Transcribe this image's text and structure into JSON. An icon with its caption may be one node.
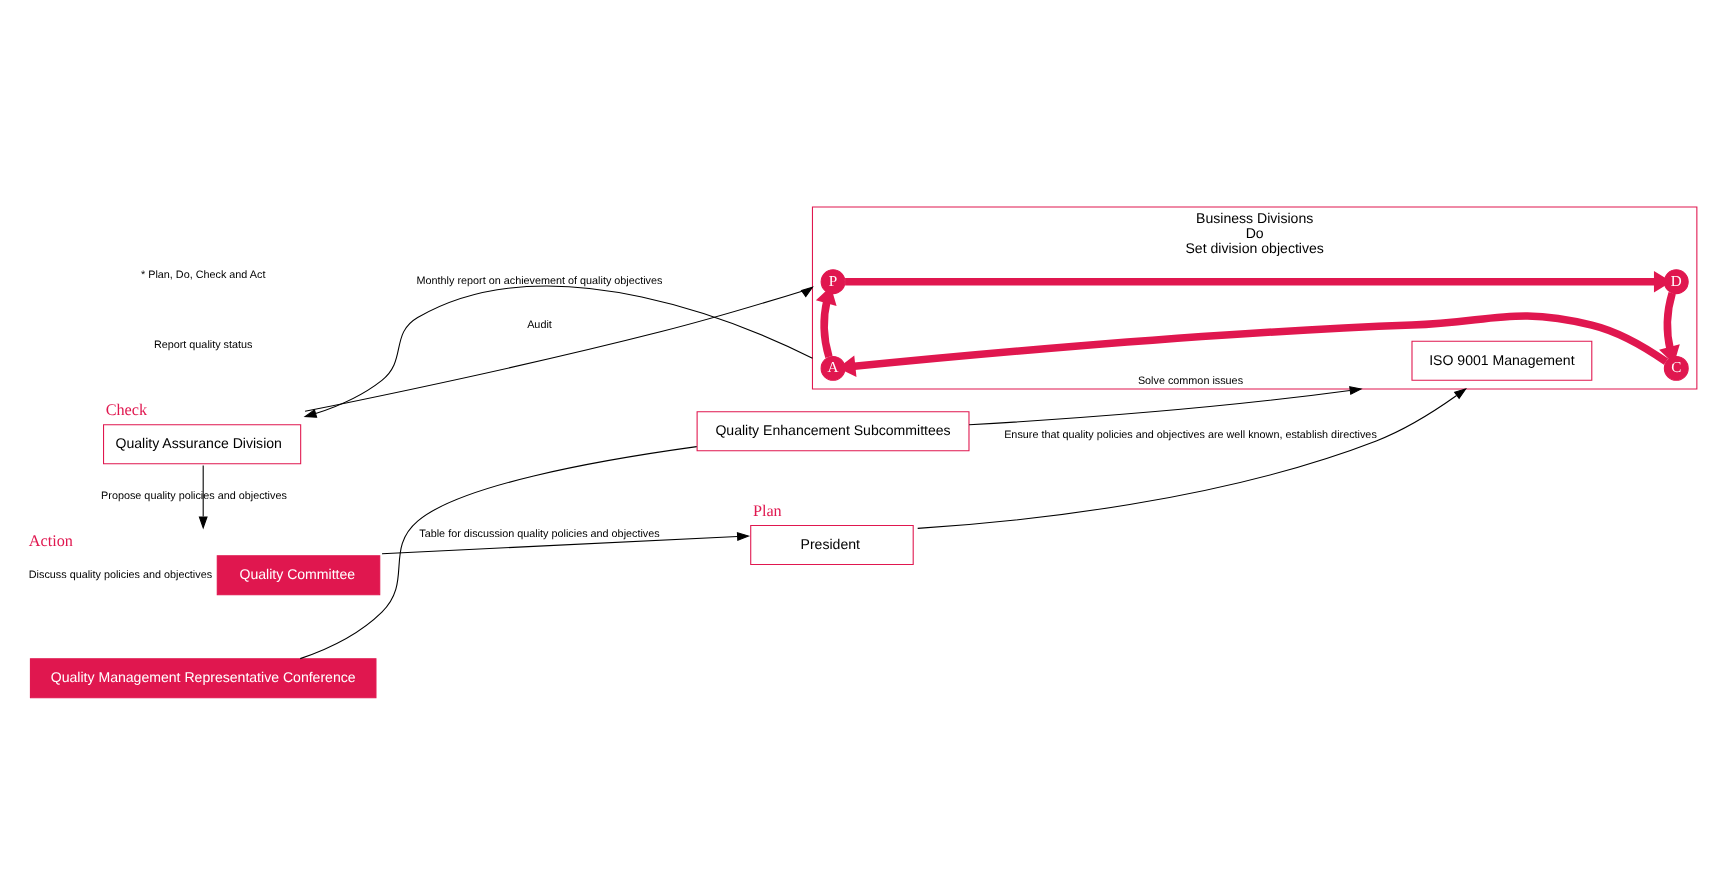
{
  "diagram": {
    "nodes": [
      {
        "text": [
          "President"
        ],
        "beside": [
          "Plan"
        ]
      },
      {
        "text": [
          "Quality Committee"
        ],
        "beside": [
          "Action",
          "Discuss quality policies and objectives"
        ]
      },
      {
        "text": [
          "Quality Management Representative Conference"
        ]
      },
      {
        "text": [
          "Quality Enhancement Subcommittees"
        ]
      },
      {
        "text": [
          "Business Divisions"
        ],
        "beside": [
          "Do",
          "Set division objectives"
        ]
      },
      {
        "text": [
          "ISO 9001 Management"
        ],
        "in": 4
      },
      {
        "text": [
          "P"
        ],
        "in": 4
      },
      {
        "text": [
          "D"
        ],
        "in": 4
      },
      {
        "text": [
          "A"
        ],
        "in": 4
      },
      {
        "text": [
          "C"
        ],
        "in": 4
      },
      {
        "text": [
          "Quality Assurance Division"
        ],
        "beside": [
          "Check"
        ]
      }
    ],
    "edges": [
      {
        "from": 1,
        "to": 0,
        "arrow": "to",
        "label": "Table for discussion quality policies and objectives"
      },
      {
        "from": 0,
        "to": 4,
        "arrow": "to",
        "label": "Ensure that quality policies and objectives are well known, establish directives"
      },
      {
        "from": 2,
        "to": 3,
        "arrow": "none"
      },
      {
        "from": 3,
        "to": 4,
        "arrow": "to",
        "label": "Solve common issues"
      },
      {
        "from": 10,
        "to": 1,
        "arrow": "to",
        "label": "Propose quality policies and objectives"
      },
      {
        "from": 4,
        "to": 10,
        "arrow": "to",
        "label": "Monthly report on achievement of quality objectives"
      },
      {
        "from": 10,
        "to": 4,
        "arrow": "to",
        "label": "Audit"
      },
      {
        "from": 6,
        "to": 7,
        "arrow": "to",
        "style": "thick",
        "color": "#e0174f"
      },
      {
        "from": 7,
        "to": 9,
        "arrow": "to",
        "style": "thick",
        "color": "#e0174f"
      },
      {
        "from": 9,
        "to": 8,
        "arrow": "to",
        "style": "thick",
        "color": "#e0174f"
      },
      {
        "from": 8,
        "to": 6,
        "arrow": "to",
        "style": "thick",
        "color": "#e0174f"
      }
    ],
    "labels": [
      "Report quality status",
      "* Plan, Do, Check and Act"
    ]
  }
}
